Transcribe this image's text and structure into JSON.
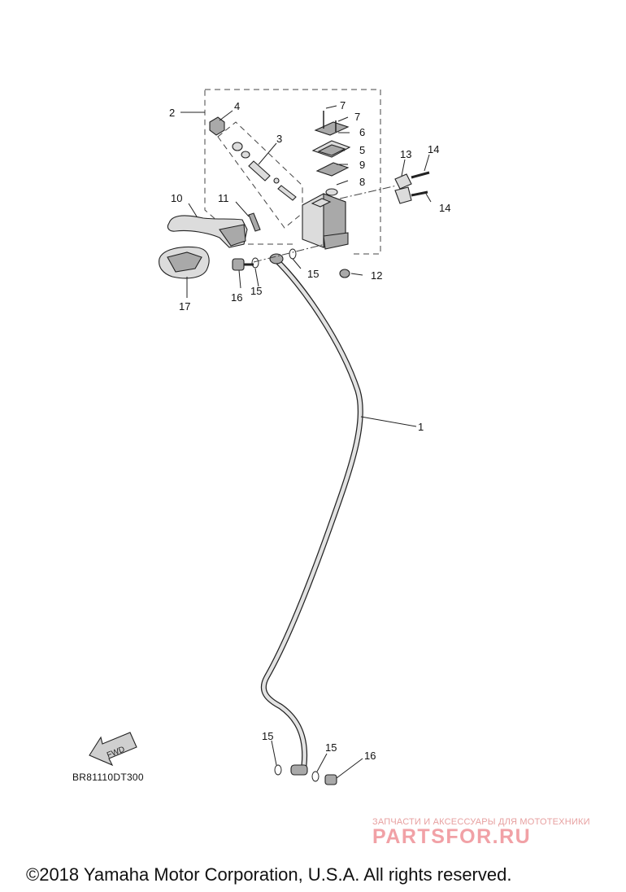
{
  "diagram": {
    "callouts": {
      "c1": "1",
      "c2": "2",
      "c3": "3",
      "c4": "4",
      "c5": "5",
      "c6": "6",
      "c7a": "7",
      "c7b": "7",
      "c8": "8",
      "c9": "9",
      "c10": "10",
      "c11": "11",
      "c12": "12",
      "c13": "13",
      "c14a": "14",
      "c14b": "14",
      "c15a": "15",
      "c15b": "15",
      "c15c": "15",
      "c15d": "15",
      "c16a": "16",
      "c16b": "16",
      "c17": "17"
    },
    "fwd_label": "FWD",
    "code": "BR81110DT300"
  },
  "watermark": {
    "tagline": "ЗАПЧАСТИ И АКСЕССУАРЫ ДЛЯ МОТОТЕХНИКИ",
    "brand": "PARTSFOR.RU",
    "color": "#f1a1a6"
  },
  "copyright": "©2018 Yamaha Motor Corporation, U.S.A. All rights reserved."
}
